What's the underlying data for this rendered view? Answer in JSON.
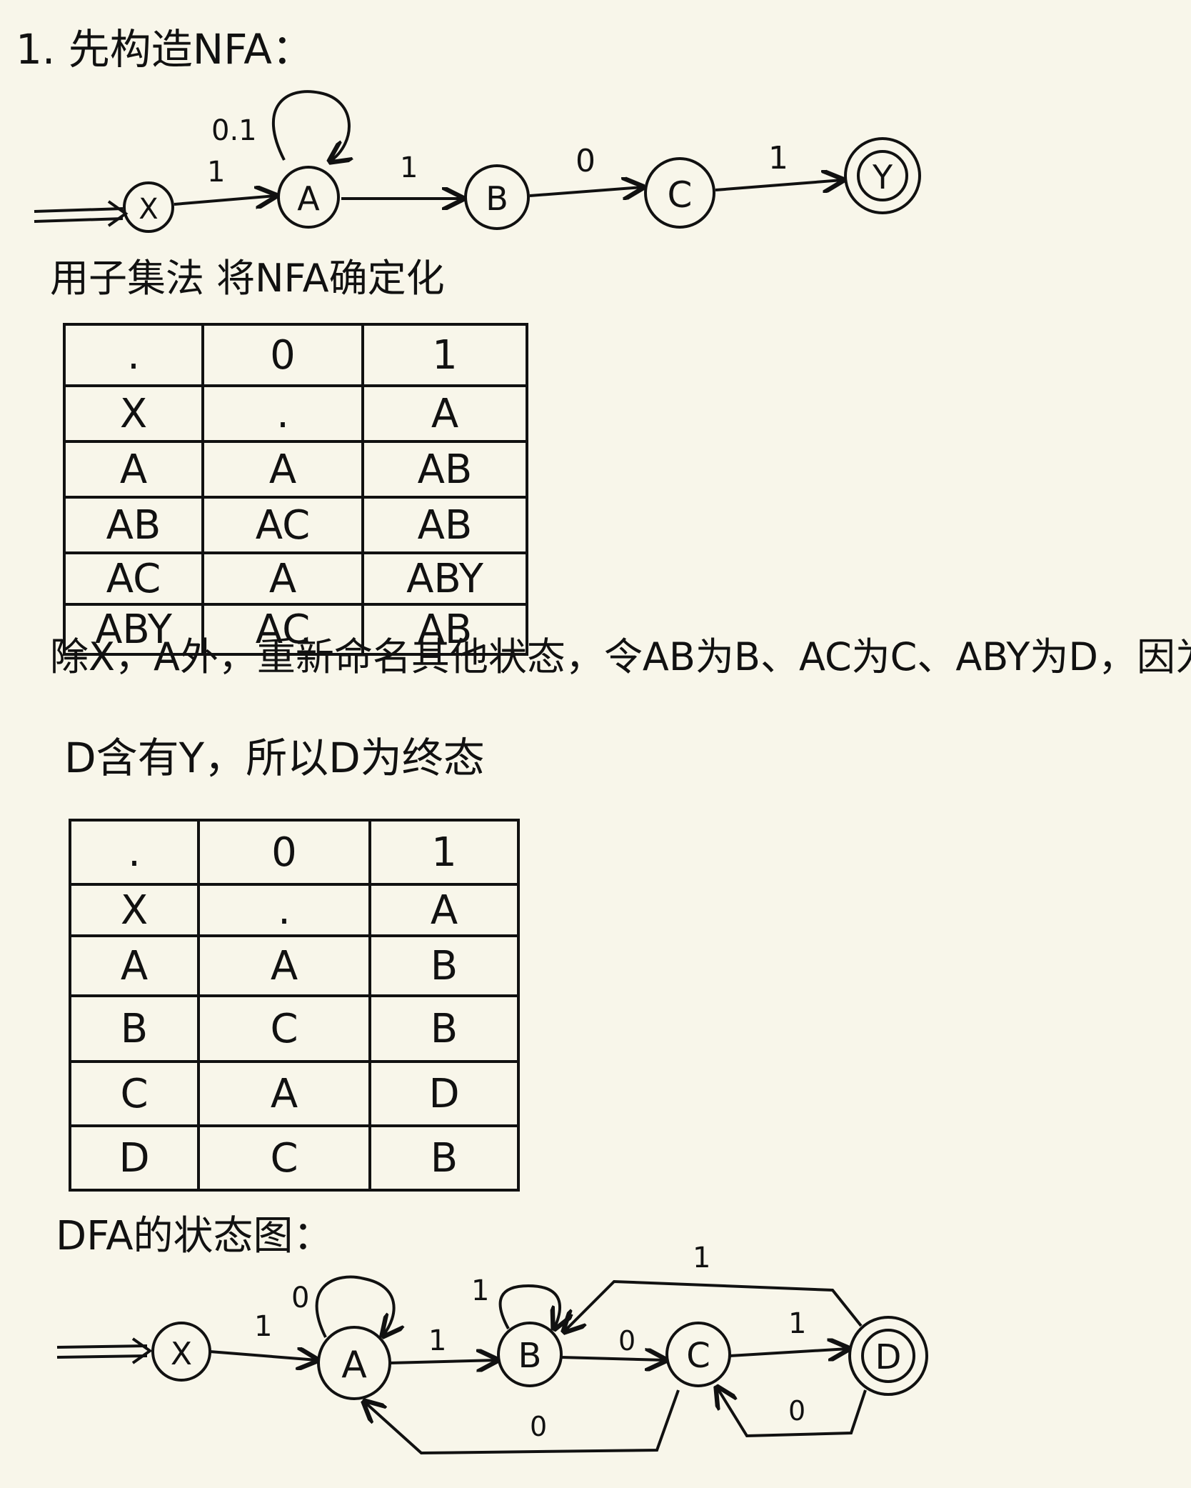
{
  "title": "1. 先构造NFA：",
  "nfa": {
    "states": [
      "X",
      "A",
      "B",
      "C",
      "Y"
    ],
    "transitions": {
      "x_a": "1",
      "a_loop": "0.1",
      "a_b": "1",
      "b_c": "0",
      "c_y": "1"
    }
  },
  "subset_heading": "用子集法 将NFA确定化",
  "table1": {
    "header": [
      ".",
      "0",
      "1"
    ],
    "rows": [
      [
        "X",
        ".",
        "A"
      ],
      [
        "A",
        "A",
        "AB"
      ],
      [
        "AB",
        "AC",
        "AB"
      ],
      [
        "AC",
        "A",
        "ABY"
      ],
      [
        "ABY",
        "AC",
        "AB"
      ]
    ]
  },
  "rename_note": {
    "line1": "除X，A外，重新命名其他状态，令AB为B、AC为C、ABY为D，因为",
    "line2": "D含有Y，所以D为终态"
  },
  "table2": {
    "header": [
      ".",
      "0",
      "1"
    ],
    "rows": [
      [
        "X",
        ".",
        "A"
      ],
      [
        "A",
        "A",
        "B"
      ],
      [
        "B",
        "C",
        "B"
      ],
      [
        "C",
        "A",
        "D"
      ],
      [
        "D",
        "C",
        "B"
      ]
    ]
  },
  "dfa_heading": "DFA的状态图：",
  "dfa": {
    "states": [
      "X",
      "A",
      "B",
      "C",
      "D"
    ],
    "transitions": {
      "x_a": "1",
      "a_loop": "0",
      "a_b": "1",
      "b_loop": "1",
      "b_c": "0",
      "c_d": "1",
      "d_b": "1",
      "c_a": "0",
      "d_c": "0"
    }
  }
}
